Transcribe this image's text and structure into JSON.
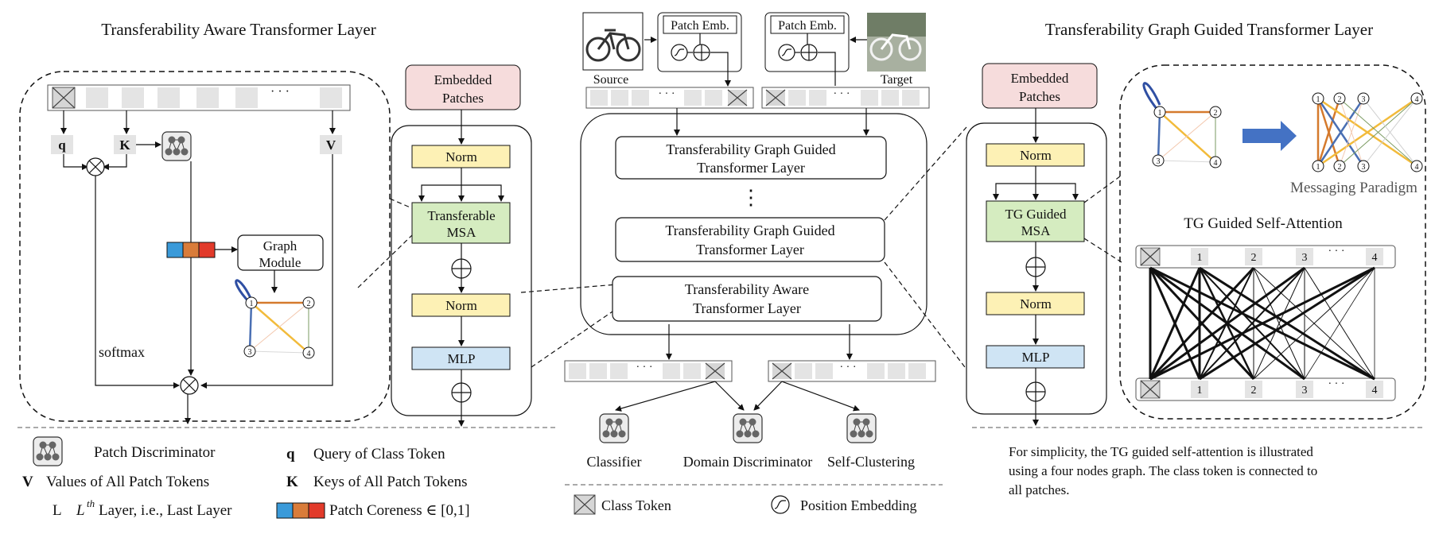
{
  "left": {
    "title": "Transferability Aware Transformer Layer",
    "q": "q",
    "k": "K",
    "v": "V",
    "graph_module": [
      "Graph",
      "Module"
    ],
    "softmax": "softmax",
    "dots": "· · ·",
    "embedded_patches": [
      "Embedded",
      "Patches"
    ],
    "norm": "Norm",
    "msa": [
      "Transferable",
      "MSA"
    ],
    "mlp": "MLP"
  },
  "center": {
    "source": "Source",
    "target": "Target",
    "patch_emb": "Patch Emb.",
    "tg_layer": [
      "Transferability Graph Guided",
      "Transformer Layer"
    ],
    "ta_layer": [
      "Transferability Aware",
      "Transformer Layer"
    ],
    "vdots": "⋮",
    "heads": [
      "Classifier",
      "Domain Discriminator",
      "Self-Clustering"
    ],
    "dots": "· · ·"
  },
  "right": {
    "title": "Transferability Graph Guided Transformer Layer",
    "embedded_patches": [
      "Embedded",
      "Patches"
    ],
    "norm": "Norm",
    "msa": [
      "TG Guided",
      "MSA"
    ],
    "mlp": "MLP",
    "messaging": "Messaging Paradigm",
    "self_attention": "TG Guided Self-Attention",
    "node_labels": [
      "1",
      "2",
      "3",
      "4"
    ],
    "dots": "· · ·",
    "note": [
      "For simplicity, the TG guided self-attention is illustrated",
      "using a four nodes graph. The class token is connected to",
      "all patches."
    ]
  },
  "legend": {
    "patch_discriminator": "Patch Discriminator",
    "q_sym": "q",
    "q_desc": "Query of Class Token",
    "v_sym": "V",
    "v_desc": "Values of All Patch Tokens",
    "k_sym": "K",
    "k_desc": "Keys of All Patch Tokens",
    "l_sym": "L",
    "l_sup": "th",
    "l_desc": "Layer, i.e., Last Layer",
    "coreness": "Patch Coreness ∈ [0,1]",
    "class_token": "Class Token",
    "position_embedding": "Position Embedding"
  },
  "colors": {
    "norm": "#fdf1b5",
    "msa": "#d5ecc0",
    "mlp": "#cfe4f4",
    "embedded": "#f6dcdc",
    "token": "#e4e4e4",
    "coreness": [
      "#3a9ad9",
      "#d97c3a",
      "#e23a2a"
    ],
    "edge_orange": "#d57a2d",
    "edge_yellow": "#f2bb3b",
    "edge_blue": "#4a6fb3",
    "arrow_blue": "#4472c4"
  }
}
